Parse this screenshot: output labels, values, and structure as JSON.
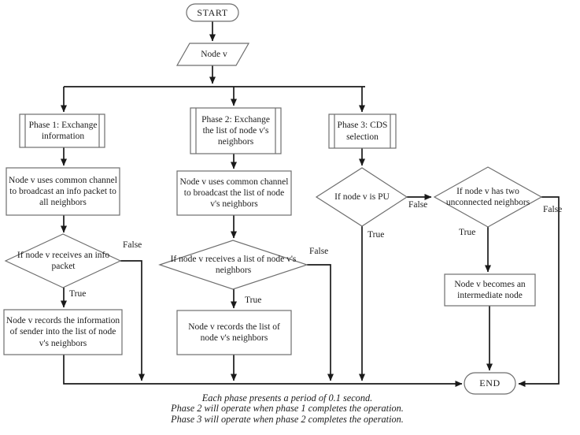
{
  "flowchart": {
    "title": "CDS selection flowchart",
    "colors": {
      "background": "#ffffff",
      "shape_stroke": "#6e6e6e",
      "connector": "#1a1a1a",
      "text": "#1c1c1c"
    },
    "nodes": {
      "start": {
        "label": "START",
        "type": "terminator"
      },
      "node_v": {
        "label": "Node v",
        "type": "input"
      },
      "phase1": {
        "label": "Phase 1: Exchange information",
        "type": "predefined-process"
      },
      "p1_broadcast": {
        "label": "Node v uses common channel to broadcast an info packet to all neighbors",
        "type": "process"
      },
      "p1_decision": {
        "label": "If node v receives an info packet",
        "type": "decision"
      },
      "p1_record": {
        "label": "Node v records the information of sender into the list of node v's neighbors",
        "type": "process"
      },
      "phase2": {
        "label": "Phase 2: Exchange the list of node v's neighbors",
        "type": "predefined-process"
      },
      "p2_broadcast": {
        "label": "Node v uses common channel to broadcast the list of node v's neighbors",
        "type": "process"
      },
      "p2_decision": {
        "label": "If node v receives a list of node v's neighbors",
        "type": "decision"
      },
      "p2_record": {
        "label": "Node v records the list of node v's neighbors",
        "type": "process"
      },
      "phase3": {
        "label": "Phase 3: CDS selection",
        "type": "predefined-process"
      },
      "p3_decision_pu": {
        "label": "If node v is PU",
        "type": "decision"
      },
      "p3_decision_unconnected": {
        "label": "If node v has two unconnected neighbors",
        "type": "decision"
      },
      "p3_intermediate": {
        "label": "Node v becomes an intermediate node",
        "type": "process"
      },
      "end": {
        "label": "END",
        "type": "terminator"
      }
    },
    "edge_labels": {
      "p1_true": "True",
      "p1_false": "False",
      "p2_true": "True",
      "p2_false": "False",
      "p3_pu_true": "True",
      "p3_pu_false": "False",
      "p3_unc_true": "True",
      "p3_unc_false": "False"
    },
    "caption": {
      "line1": "Each phase presents a period of 0.1 second.",
      "line2": "Phase 2 will operate when phase 1 completes the operation.",
      "line3": "Phase 3 will operate when phase 2 completes the operation."
    }
  }
}
